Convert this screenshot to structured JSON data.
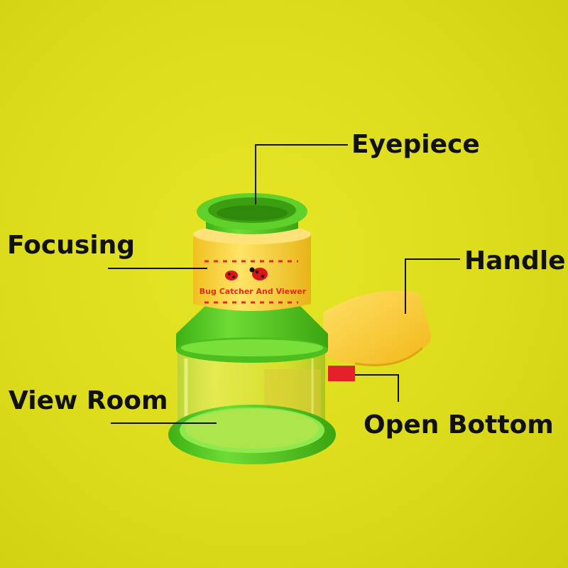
{
  "labels": {
    "eyepiece": "Eyepiece",
    "focusing": "Focusing",
    "handle": "Handle",
    "view_room": "View Room",
    "open_bottom": "Open Bottom"
  },
  "product_print": "Bug Catcher And Viewer",
  "colors": {
    "background": "#dcdc1c",
    "green": "#5fd12a",
    "yellow": "#ffd640",
    "label": "#111111",
    "open_bottom_tab": "#e4202a"
  }
}
